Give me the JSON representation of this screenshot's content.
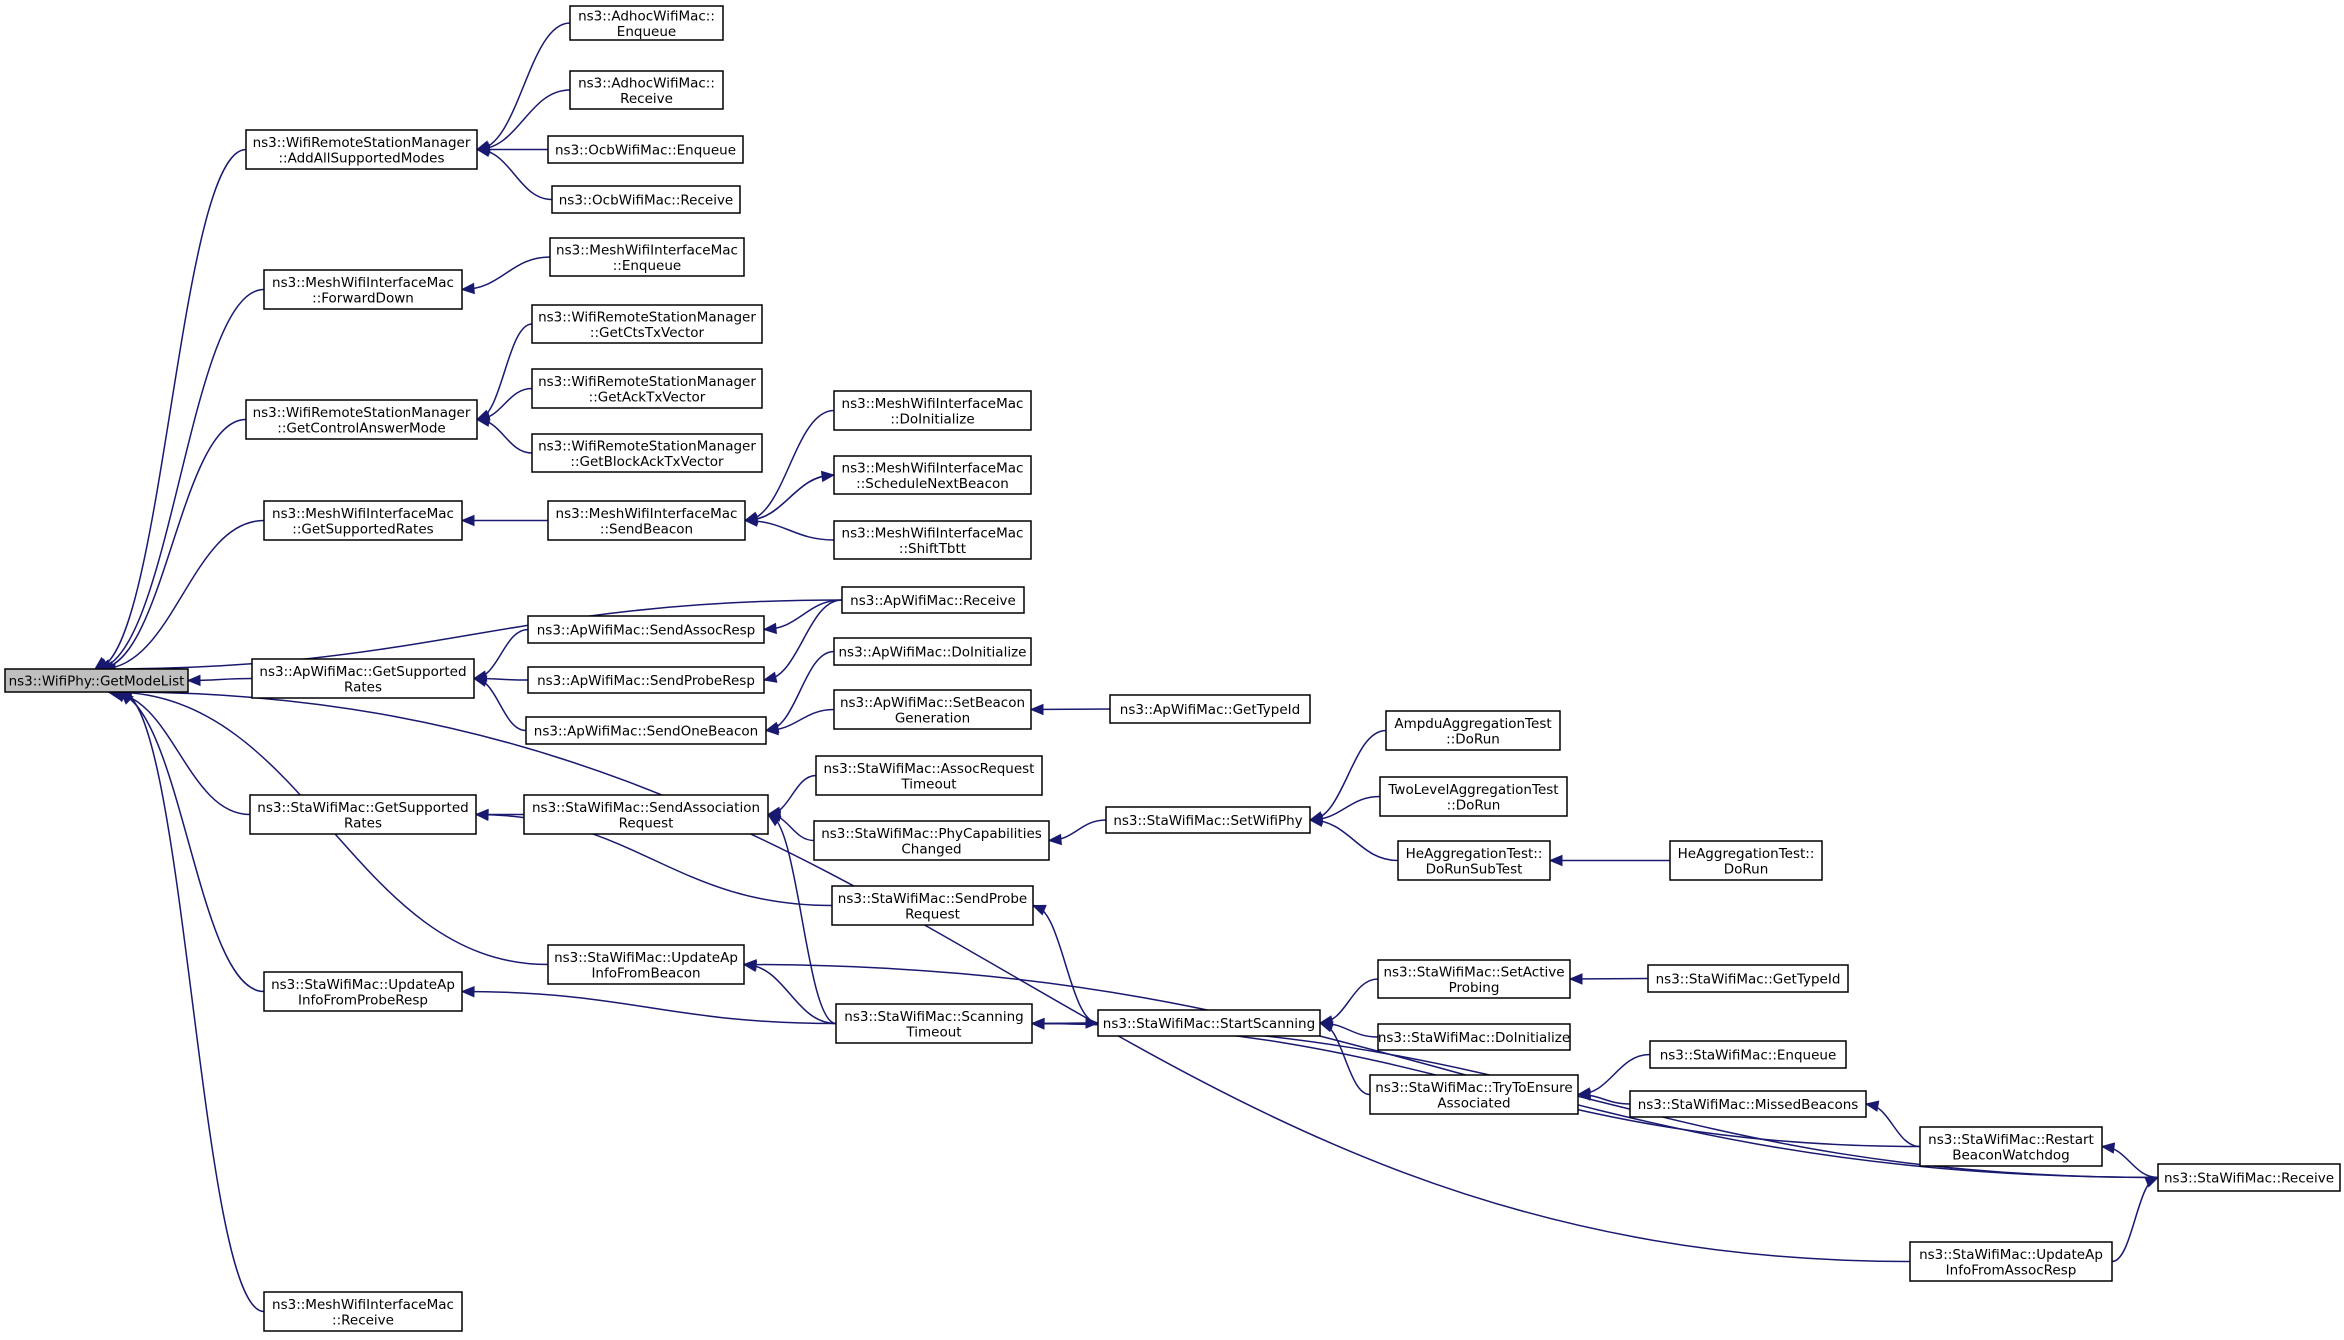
{
  "diagram": {
    "root": "GetModeList",
    "nodes": [
      {
        "id": "GetModeList",
        "lines": [
          "ns3::WifiPhy::GetModeList"
        ]
      },
      {
        "id": "AddAllSupportedModes",
        "lines": [
          "ns3::WifiRemoteStationManager",
          "::AddAllSupportedModes"
        ]
      },
      {
        "id": "AdhocEnqueue",
        "lines": [
          "ns3::AdhocWifiMac::",
          "Enqueue"
        ]
      },
      {
        "id": "AdhocReceive",
        "lines": [
          "ns3::AdhocWifiMac::",
          "Receive"
        ]
      },
      {
        "id": "OcbEnqueue",
        "lines": [
          "ns3::OcbWifiMac::Enqueue"
        ]
      },
      {
        "id": "OcbReceive",
        "lines": [
          "ns3::OcbWifiMac::Receive"
        ]
      },
      {
        "id": "MeshForwardDown",
        "lines": [
          "ns3::MeshWifiInterfaceMac",
          "::ForwardDown"
        ]
      },
      {
        "id": "MeshEnqueue",
        "lines": [
          "ns3::MeshWifiInterfaceMac",
          "::Enqueue"
        ]
      },
      {
        "id": "GetControlAnswerMode",
        "lines": [
          "ns3::WifiRemoteStationManager",
          "::GetControlAnswerMode"
        ]
      },
      {
        "id": "GetCtsTxVector",
        "lines": [
          "ns3::WifiRemoteStationManager",
          "::GetCtsTxVector"
        ]
      },
      {
        "id": "GetAckTxVector",
        "lines": [
          "ns3::WifiRemoteStationManager",
          "::GetAckTxVector"
        ]
      },
      {
        "id": "GetBlockAckTxVector",
        "lines": [
          "ns3::WifiRemoteStationManager",
          "::GetBlockAckTxVector"
        ]
      },
      {
        "id": "MeshGetSupportedRates",
        "lines": [
          "ns3::MeshWifiInterfaceMac",
          "::GetSupportedRates"
        ]
      },
      {
        "id": "MeshSendBeacon",
        "lines": [
          "ns3::MeshWifiInterfaceMac",
          "::SendBeacon"
        ]
      },
      {
        "id": "MeshDoInitialize",
        "lines": [
          "ns3::MeshWifiInterfaceMac",
          "::DoInitialize"
        ]
      },
      {
        "id": "MeshScheduleNextBeacon",
        "lines": [
          "ns3::MeshWifiInterfaceMac",
          "::ScheduleNextBeacon"
        ]
      },
      {
        "id": "MeshShiftTbtt",
        "lines": [
          "ns3::MeshWifiInterfaceMac",
          "::ShiftTbtt"
        ]
      },
      {
        "id": "ApReceive",
        "lines": [
          "ns3::ApWifiMac::Receive"
        ]
      },
      {
        "id": "ApGetSupportedRates",
        "lines": [
          "ns3::ApWifiMac::GetSupported",
          "Rates"
        ]
      },
      {
        "id": "ApSendAssocResp",
        "lines": [
          "ns3::ApWifiMac::SendAssocResp"
        ]
      },
      {
        "id": "ApSendProbeResp",
        "lines": [
          "ns3::ApWifiMac::SendProbeResp"
        ]
      },
      {
        "id": "ApSendOneBeacon",
        "lines": [
          "ns3::ApWifiMac::SendOneBeacon"
        ]
      },
      {
        "id": "ApDoInitialize",
        "lines": [
          "ns3::ApWifiMac::DoInitialize"
        ]
      },
      {
        "id": "ApSetBeaconGeneration",
        "lines": [
          "ns3::ApWifiMac::SetBeacon",
          "Generation"
        ]
      },
      {
        "id": "ApGetTypeId",
        "lines": [
          "ns3::ApWifiMac::GetTypeId"
        ]
      },
      {
        "id": "StaGetSupportedRates",
        "lines": [
          "ns3::StaWifiMac::GetSupported",
          "Rates"
        ]
      },
      {
        "id": "StaSendAssociationRequest",
        "lines": [
          "ns3::StaWifiMac::SendAssociation",
          "Request"
        ]
      },
      {
        "id": "StaAssocRequestTimeout",
        "lines": [
          "ns3::StaWifiMac::AssocRequest",
          "Timeout"
        ]
      },
      {
        "id": "StaPhyCapabilitiesChanged",
        "lines": [
          "ns3::StaWifiMac::PhyCapabilities",
          "Changed"
        ]
      },
      {
        "id": "StaSetWifiPhy",
        "lines": [
          "ns3::StaWifiMac::SetWifiPhy"
        ]
      },
      {
        "id": "AmpduDoRun",
        "lines": [
          "AmpduAggregationTest",
          "::DoRun"
        ]
      },
      {
        "id": "TwoLevelDoRun",
        "lines": [
          "TwoLevelAggregationTest",
          "::DoRun"
        ]
      },
      {
        "id": "HeDoRunSubTest",
        "lines": [
          "HeAggregationTest::",
          "DoRunSubTest"
        ]
      },
      {
        "id": "HeDoRun",
        "lines": [
          "HeAggregationTest::",
          "DoRun"
        ]
      },
      {
        "id": "StaSendProbeRequest",
        "lines": [
          "ns3::StaWifiMac::SendProbe",
          "Request"
        ]
      },
      {
        "id": "StaUpdateApInfoFromBeacon",
        "lines": [
          "ns3::StaWifiMac::UpdateAp",
          "InfoFromBeacon"
        ]
      },
      {
        "id": "StaUpdateApInfoFromProbeResp",
        "lines": [
          "ns3::StaWifiMac::UpdateAp",
          "InfoFromProbeResp"
        ]
      },
      {
        "id": "StaScanningTimeout",
        "lines": [
          "ns3::StaWifiMac::Scanning",
          "Timeout"
        ]
      },
      {
        "id": "StaStartScanning",
        "lines": [
          "ns3::StaWifiMac::StartScanning"
        ]
      },
      {
        "id": "StaSetActiveProbing",
        "lines": [
          "ns3::StaWifiMac::SetActive",
          "Probing"
        ]
      },
      {
        "id": "StaGetTypeId",
        "lines": [
          "ns3::StaWifiMac::GetTypeId"
        ]
      },
      {
        "id": "StaDoInitialize",
        "lines": [
          "ns3::StaWifiMac::DoInitialize"
        ]
      },
      {
        "id": "StaTryToEnsureAssociated",
        "lines": [
          "ns3::StaWifiMac::TryToEnsure",
          "Associated"
        ]
      },
      {
        "id": "StaEnqueue",
        "lines": [
          "ns3::StaWifiMac::Enqueue"
        ]
      },
      {
        "id": "StaMissedBeacons",
        "lines": [
          "ns3::StaWifiMac::MissedBeacons"
        ]
      },
      {
        "id": "StaRestartBeaconWatchdog",
        "lines": [
          "ns3::StaWifiMac::Restart",
          "BeaconWatchdog"
        ]
      },
      {
        "id": "StaReceive",
        "lines": [
          "ns3::StaWifiMac::Receive"
        ]
      },
      {
        "id": "StaUpdateApInfoFromAssocResp",
        "lines": [
          "ns3::StaWifiMac::UpdateAp",
          "InfoFromAssocResp"
        ]
      },
      {
        "id": "MeshReceive",
        "lines": [
          "ns3::MeshWifiInterfaceMac",
          "::Receive"
        ]
      }
    ],
    "edges": [
      {
        "from": "AddAllSupportedModes",
        "to": "GetModeList"
      },
      {
        "from": "MeshForwardDown",
        "to": "GetModeList"
      },
      {
        "from": "GetControlAnswerMode",
        "to": "GetModeList"
      },
      {
        "from": "MeshGetSupportedRates",
        "to": "GetModeList"
      },
      {
        "from": "ApReceive",
        "to": "GetModeList"
      },
      {
        "from": "ApGetSupportedRates",
        "to": "GetModeList"
      },
      {
        "from": "StaGetSupportedRates",
        "to": "GetModeList"
      },
      {
        "from": "StaUpdateApInfoFromBeacon",
        "to": "GetModeList"
      },
      {
        "from": "StaUpdateApInfoFromProbeResp",
        "to": "GetModeList"
      },
      {
        "from": "StaUpdateApInfoFromAssocResp",
        "to": "GetModeList"
      },
      {
        "from": "MeshReceive",
        "to": "GetModeList"
      },
      {
        "from": "AdhocEnqueue",
        "to": "AddAllSupportedModes"
      },
      {
        "from": "AdhocReceive",
        "to": "AddAllSupportedModes"
      },
      {
        "from": "OcbEnqueue",
        "to": "AddAllSupportedModes"
      },
      {
        "from": "OcbReceive",
        "to": "AddAllSupportedModes"
      },
      {
        "from": "MeshEnqueue",
        "to": "MeshForwardDown"
      },
      {
        "from": "GetCtsTxVector",
        "to": "GetControlAnswerMode"
      },
      {
        "from": "GetAckTxVector",
        "to": "GetControlAnswerMode"
      },
      {
        "from": "GetBlockAckTxVector",
        "to": "GetControlAnswerMode"
      },
      {
        "from": "MeshSendBeacon",
        "to": "MeshGetSupportedRates"
      },
      {
        "from": "MeshDoInitialize",
        "to": "MeshSendBeacon"
      },
      {
        "from": "MeshScheduleNextBeacon",
        "to": "MeshSendBeacon"
      },
      {
        "from": "MeshShiftTbtt",
        "to": "MeshSendBeacon"
      },
      {
        "from": "MeshSendBeacon",
        "to": "MeshScheduleNextBeacon"
      },
      {
        "from": "ApSendAssocResp",
        "to": "ApGetSupportedRates"
      },
      {
        "from": "ApSendProbeResp",
        "to": "ApGetSupportedRates"
      },
      {
        "from": "ApSendOneBeacon",
        "to": "ApGetSupportedRates"
      },
      {
        "from": "ApReceive",
        "to": "ApSendAssocResp"
      },
      {
        "from": "ApReceive",
        "to": "ApSendProbeResp"
      },
      {
        "from": "ApDoInitialize",
        "to": "ApSendOneBeacon"
      },
      {
        "from": "ApSetBeaconGeneration",
        "to": "ApSendOneBeacon"
      },
      {
        "from": "ApGetTypeId",
        "to": "ApSetBeaconGeneration"
      },
      {
        "from": "StaSendAssociationRequest",
        "to": "StaGetSupportedRates"
      },
      {
        "from": "StaSendProbeRequest",
        "to": "StaGetSupportedRates"
      },
      {
        "from": "StaAssocRequestTimeout",
        "to": "StaSendAssociationRequest"
      },
      {
        "from": "StaPhyCapabilitiesChanged",
        "to": "StaSendAssociationRequest"
      },
      {
        "from": "StaScanningTimeout",
        "to": "StaSendAssociationRequest"
      },
      {
        "from": "StaSetWifiPhy",
        "to": "StaPhyCapabilitiesChanged"
      },
      {
        "from": "AmpduDoRun",
        "to": "StaSetWifiPhy"
      },
      {
        "from": "TwoLevelDoRun",
        "to": "StaSetWifiPhy"
      },
      {
        "from": "HeDoRunSubTest",
        "to": "StaSetWifiPhy"
      },
      {
        "from": "HeDoRun",
        "to": "HeDoRunSubTest"
      },
      {
        "from": "StaStartScanning",
        "to": "StaSendProbeRequest"
      },
      {
        "from": "StaReceive",
        "to": "StaUpdateApInfoFromBeacon"
      },
      {
        "from": "StaScanningTimeout",
        "to": "StaUpdateApInfoFromBeacon"
      },
      {
        "from": "StaScanningTimeout",
        "to": "StaUpdateApInfoFromProbeResp"
      },
      {
        "from": "StaStartScanning",
        "to": "StaScanningTimeout"
      },
      {
        "from": "StaScanningTimeout",
        "to": "StaStartScanning"
      },
      {
        "from": "StaReceive",
        "to": "StaScanningTimeout"
      },
      {
        "from": "StaRestartBeaconWatchdog",
        "to": "StaScanningTimeout"
      },
      {
        "from": "StaSetActiveProbing",
        "to": "StaStartScanning"
      },
      {
        "from": "StaDoInitialize",
        "to": "StaStartScanning"
      },
      {
        "from": "StaTryToEnsureAssociated",
        "to": "StaStartScanning"
      },
      {
        "from": "StaGetTypeId",
        "to": "StaSetActiveProbing"
      },
      {
        "from": "StaEnqueue",
        "to": "StaTryToEnsureAssociated"
      },
      {
        "from": "StaMissedBeacons",
        "to": "StaTryToEnsureAssociated"
      },
      {
        "from": "StaRestartBeaconWatchdog",
        "to": "StaMissedBeacons"
      },
      {
        "from": "StaReceive",
        "to": "StaRestartBeaconWatchdog"
      },
      {
        "from": "StaUpdateApInfoFromAssocResp",
        "to": "StaReceive"
      }
    ]
  },
  "colors": {
    "edge": "#191970",
    "root_fill": "#bfbfbf",
    "node_fill": "#ffffff",
    "node_stroke": "#000000"
  }
}
